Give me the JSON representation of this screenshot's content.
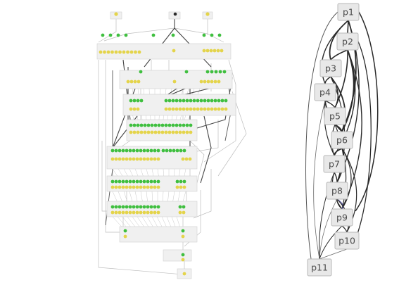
{
  "colors": {
    "box_fill": "#e8e8e8",
    "box_stroke": "#b8b8b8",
    "label": "#4a4a4a",
    "edge_dark": "#2a2a2a",
    "edge_light": "#bdbdbd",
    "edge_mid": "#7a7a7a",
    "green_node": "#3fbf3f",
    "yellow_node": "#e4d44a",
    "blue_edge": "#4a4aa8"
  },
  "diagrams": {
    "left": {
      "description": ""
    },
    "right": {
      "nodes": [
        {
          "id": "p1",
          "label": "p1"
        },
        {
          "id": "p2",
          "label": "p2"
        },
        {
          "id": "p3",
          "label": "p3"
        },
        {
          "id": "p4",
          "label": "p4"
        },
        {
          "id": "p5",
          "label": "p5"
        },
        {
          "id": "p6",
          "label": "p6"
        },
        {
          "id": "p7",
          "label": "p7"
        },
        {
          "id": "p8",
          "label": "p8"
        },
        {
          "id": "p9",
          "label": "p9"
        },
        {
          "id": "p10",
          "label": "p10"
        },
        {
          "id": "p11",
          "label": "p11"
        }
      ]
    }
  }
}
